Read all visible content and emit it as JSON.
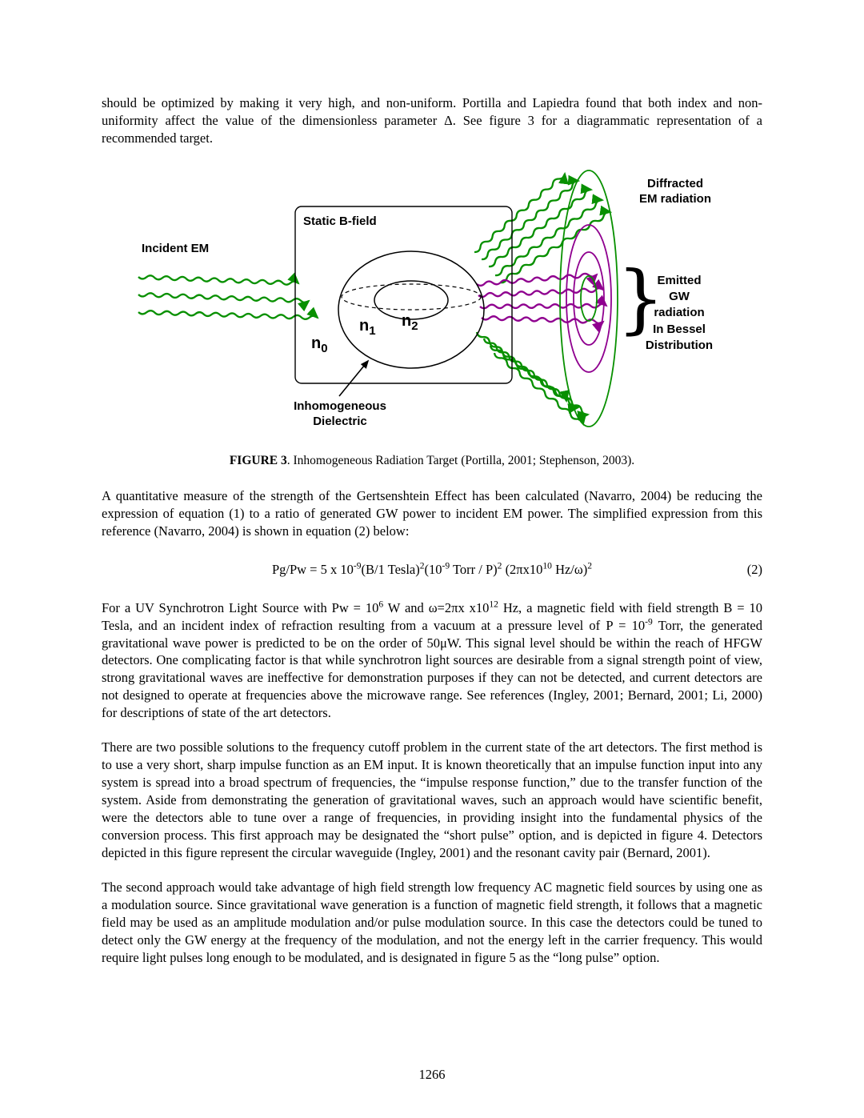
{
  "page_number": "1266",
  "paragraphs": {
    "p1": [
      {
        "t": "should be optimized by making it very high, and non-uniform. Portilla and Lapiedra found that both index and non-uniformity affect the value of the dimensionless parameter Δ. See figure 3 for a diagrammatic representation of a recommended target."
      }
    ],
    "p2": [
      {
        "t": "A quantitative measure of the strength of the Gertsenshtein Effect has been calculated (Navarro, 2004) be reducing the expression of equation (1) to a ratio of generated GW power to incident EM power. The simplified expression from this reference (Navarro, 2004) is shown in equation (2) below:"
      }
    ],
    "p3": [
      {
        "t": "For a UV Synchrotron Light Source with Pw = 10"
      },
      {
        "sup": "6"
      },
      {
        "t": " W and ω=2πx x10"
      },
      {
        "sup": "12"
      },
      {
        "t": " Hz, a magnetic field with field strength B = 10 Tesla, and an incident index of refraction resulting from a vacuum at a pressure level of P = 10"
      },
      {
        "sup": "-9"
      },
      {
        "t": " Torr, the generated gravitational wave power is predicted to be on the order of 50μW. This signal level should be within the reach of HFGW detectors. One complicating factor is that while synchrotron light sources are desirable from a signal strength point of view, strong gravitational waves are ineffective for demonstration purposes if they can not be detected, and current detectors are not designed to operate at frequencies above the microwave range.  See references (Ingley, 2001; Bernard, 2001; Li, 2000) for descriptions of state of the art detectors."
      }
    ],
    "p4": [
      {
        "t": "There are two possible solutions to the frequency cutoff problem in the current state of the art detectors. The first method is to use a very short, sharp impulse function as an EM input. It is known theoretically that an impulse function input into any system is spread into a broad spectrum of frequencies, the “impulse response function,” due to the transfer function of the system. Aside from demonstrating the generation of gravitational waves, such an approach would have scientific benefit, were the detectors able to tune over a range of frequencies, in providing insight into the fundamental physics of the conversion process. This first approach may be designated the “short pulse” option, and is depicted in figure 4. Detectors depicted in this figure represent the circular waveguide (Ingley, 2001) and the resonant cavity pair (Bernard, 2001)."
      }
    ],
    "p5": [
      {
        "t": "The second approach would take advantage of high field strength low frequency AC magnetic field sources by using one as a modulation source. Since gravitational wave generation is a function of magnetic field strength, it follows that a magnetic field may be used as an amplitude modulation and/or pulse modulation source. In this case the detectors could be tuned to detect only the GW energy at the frequency of the modulation, and not the energy left in the carrier frequency. This would require light pulses long enough to be modulated, and is designated in figure 5 as the “long pulse” option."
      }
    ]
  },
  "figure": {
    "caption": [
      {
        "b": "FIGURE 3"
      },
      {
        "t": ". Inhomogeneous Radiation Target (Portilla, 2001; Stephenson, 2003)."
      }
    ],
    "labels": {
      "incident_em": "Incident EM",
      "static_b_field": "Static B-field",
      "diffracted": "Diffracted\nEM radiation",
      "emitted_gw": "Emitted\nGW\nradiation\nIn Bessel\nDistribution",
      "inhomogeneous": "Inhomogeneous\nDielectric",
      "brace": "}",
      "n0_base": "n",
      "n0_sub": "0",
      "n1_base": "n",
      "n1_sub": "1",
      "n2_base": "n",
      "n2_sub": "2"
    },
    "colors": {
      "em_green": "#089000",
      "gw_purple": "#8f008f",
      "line_black": "#000000"
    }
  },
  "equation": {
    "segments": [
      {
        "t": "Pg/Pw = 5 x 10"
      },
      {
        "sup": "-9"
      },
      {
        "t": "(B/1 Tesla)"
      },
      {
        "sup": "2"
      },
      {
        "t": "(10"
      },
      {
        "sup": "-9"
      },
      {
        "t": " Torr / P)"
      },
      {
        "sup": "2"
      },
      {
        "t": " (2πx10"
      },
      {
        "sup": "10"
      },
      {
        "t": " Hz/ω)"
      },
      {
        "sup": "2"
      }
    ],
    "number": "(2)"
  }
}
